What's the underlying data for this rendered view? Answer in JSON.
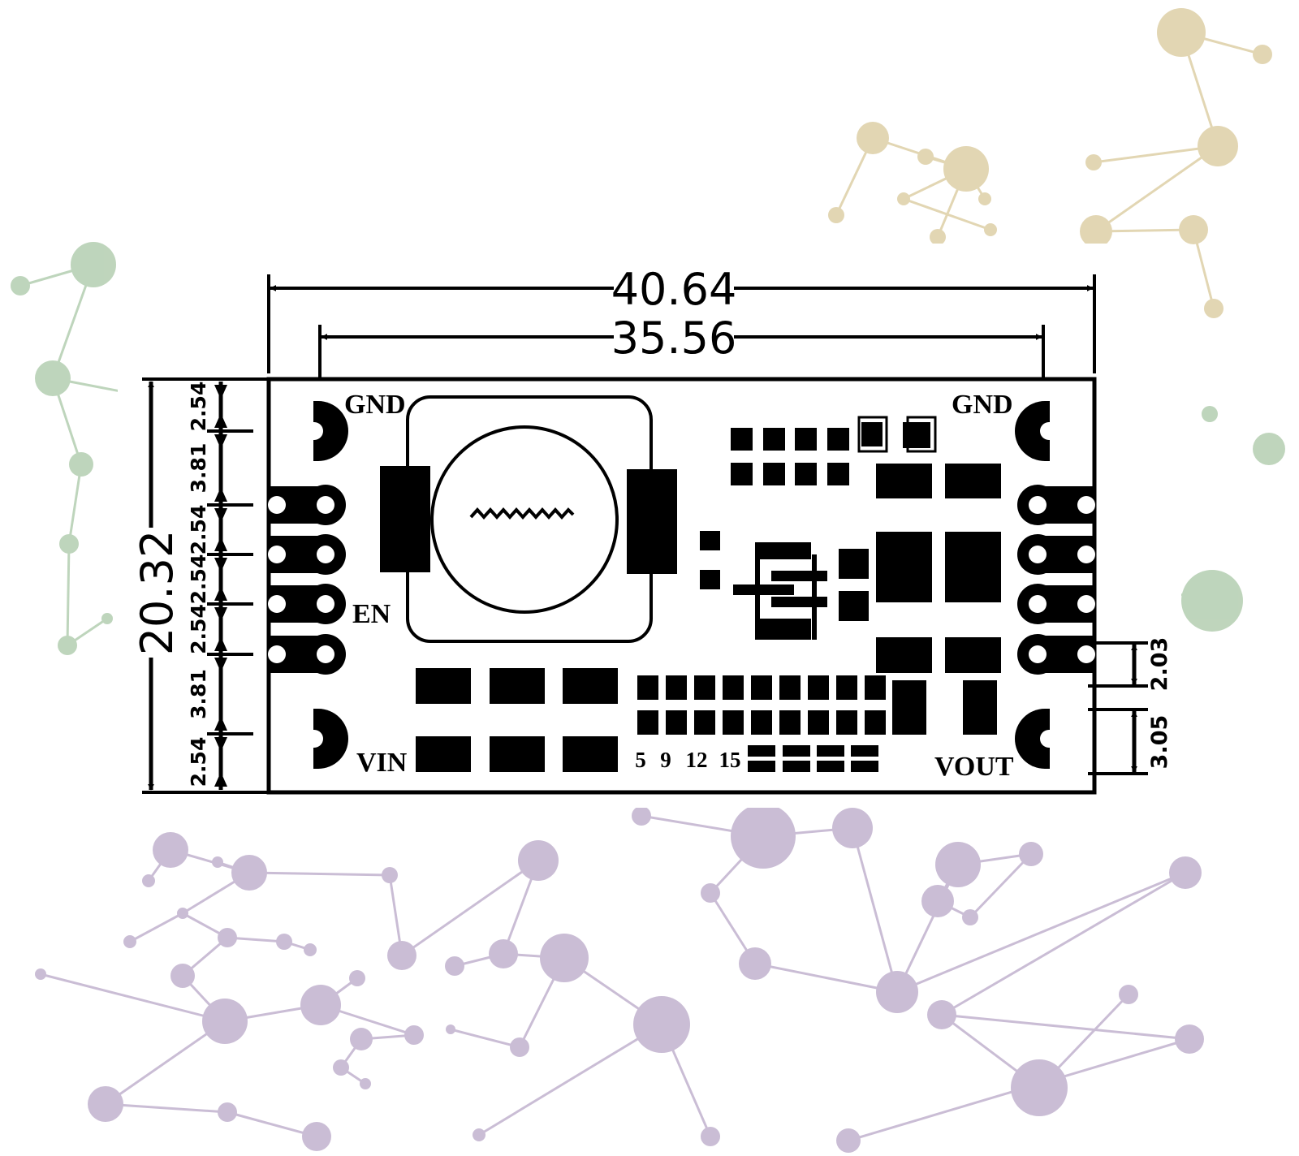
{
  "dimensions": {
    "overall_width": "40.64",
    "pin_span_width": "35.56",
    "overall_height": "20.32",
    "left_pitch": [
      "2.54",
      "3.81",
      "2.54",
      "2.54",
      "2.54",
      "3.81",
      "2.54"
    ],
    "right_pitch_a": "2.03",
    "right_pitch_b": "3.05"
  },
  "labels": {
    "gnd_left": "GND",
    "gnd_right": "GND",
    "en": "EN",
    "vin": "VIN",
    "vout": "VOUT"
  },
  "voltage_options": [
    "5",
    "9",
    "12",
    "15"
  ],
  "colors": {
    "ink": "#000000",
    "board": "#ffffff",
    "network_top": "#d9c99a",
    "network_mid": "#a9c7a6",
    "network_bottom": "#b9a8c8"
  },
  "icons": {
    "background": "molecular-network-pattern",
    "inductor": "toroid-coil-icon"
  }
}
